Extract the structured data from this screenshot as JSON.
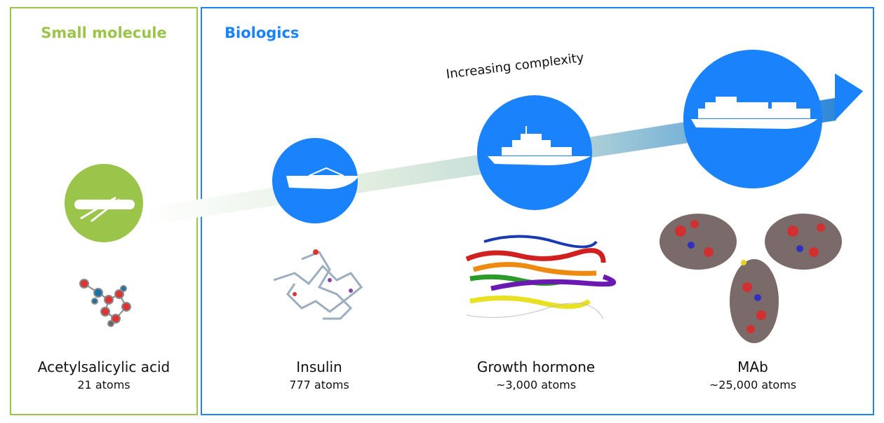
{
  "sections": {
    "small_molecule": {
      "title": "Small molecule",
      "color": "#9bc54a"
    },
    "biologics": {
      "title": "Biologics",
      "color": "#1a82fb"
    }
  },
  "arrow_label": "Increasing complexity",
  "items": [
    {
      "name": "Acetylsalicylic acid",
      "atoms": "21 atoms",
      "icon": "raft-icon"
    },
    {
      "name": "Insulin",
      "atoms": "777 atoms",
      "icon": "speedboat-icon"
    },
    {
      "name": "Growth hormone",
      "atoms": "~3,000 atoms",
      "icon": "yacht-icon"
    },
    {
      "name": "MAb",
      "atoms": "~25,000 atoms",
      "icon": "cruise-ship-icon"
    }
  ]
}
